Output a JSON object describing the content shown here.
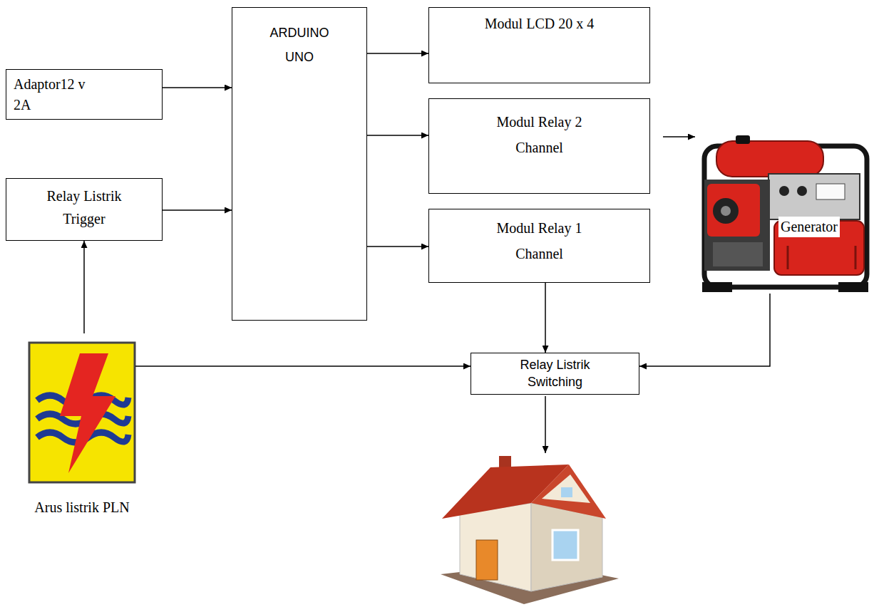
{
  "diagram": {
    "nodes": [
      {
        "text": [
          "Adaptor12 v 2A"
        ]
      },
      {
        "text": [
          "ARDUINO UNO"
        ]
      },
      {
        "text": [
          "Modul LCD 20 x 4"
        ]
      },
      {
        "text": [
          "Modul Relay 2 Channel"
        ]
      },
      {
        "text": [
          "Relay Listrik Trigger"
        ]
      },
      {
        "text": [
          "Modul Relay 1 Channel"
        ]
      },
      {
        "text": [
          "Generator"
        ]
      },
      {
        "text": [
          "Arus listrik PLN"
        ]
      },
      {
        "text": [
          "Relay Listrik Switching"
        ]
      }
    ],
    "edges": [
      {
        "from": 0,
        "to": 1,
        "arrow": "to"
      },
      {
        "from": 4,
        "to": 1,
        "arrow": "to"
      },
      {
        "from": 1,
        "to": 2,
        "arrow": "to"
      },
      {
        "from": 1,
        "to": 3,
        "arrow": "to"
      },
      {
        "from": 1,
        "to": 5,
        "arrow": "to"
      },
      {
        "from": 3,
        "to": 6,
        "arrow": "to"
      },
      {
        "from": 7,
        "to": 4,
        "arrow": "to"
      },
      {
        "from": 5,
        "to": 8,
        "arrow": "to"
      },
      {
        "from": 7,
        "to": 8,
        "arrow": "to"
      },
      {
        "from": 6,
        "to": 8,
        "arrow": "to"
      }
    ]
  }
}
